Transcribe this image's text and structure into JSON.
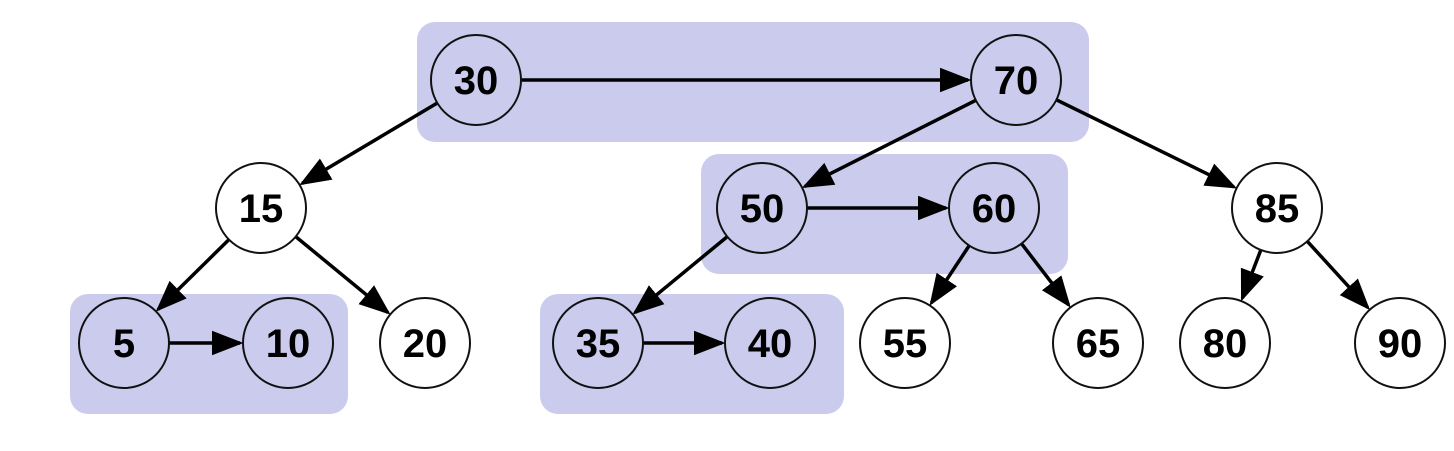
{
  "diagram": {
    "nodes": [
      {
        "id": "n30",
        "label": "30"
      },
      {
        "id": "n70",
        "label": "70"
      },
      {
        "id": "n15",
        "label": "15"
      },
      {
        "id": "n50",
        "label": "50"
      },
      {
        "id": "n60",
        "label": "60"
      },
      {
        "id": "n85",
        "label": "85"
      },
      {
        "id": "n5",
        "label": "5"
      },
      {
        "id": "n10",
        "label": "10"
      },
      {
        "id": "n20",
        "label": "20"
      },
      {
        "id": "n35",
        "label": "35"
      },
      {
        "id": "n40",
        "label": "40"
      },
      {
        "id": "n55",
        "label": "55"
      },
      {
        "id": "n65",
        "label": "65"
      },
      {
        "id": "n80",
        "label": "80"
      },
      {
        "id": "n90",
        "label": "90"
      }
    ],
    "groups": [
      {
        "id": "g-30-70",
        "members": [
          "n30",
          "n70"
        ]
      },
      {
        "id": "g-50-60",
        "members": [
          "n50",
          "n60"
        ]
      },
      {
        "id": "g-5-10",
        "members": [
          "n5",
          "n10"
        ]
      },
      {
        "id": "g-35-40",
        "members": [
          "n35",
          "n40"
        ]
      }
    ],
    "edges": [
      {
        "from": "n30",
        "to": "n70"
      },
      {
        "from": "n30",
        "to": "n15"
      },
      {
        "from": "n70",
        "to": "n50"
      },
      {
        "from": "n70",
        "to": "n85"
      },
      {
        "from": "n15",
        "to": "n5"
      },
      {
        "from": "n15",
        "to": "n20"
      },
      {
        "from": "n5",
        "to": "n10"
      },
      {
        "from": "n50",
        "to": "n60"
      },
      {
        "from": "n50",
        "to": "n35"
      },
      {
        "from": "n60",
        "to": "n55"
      },
      {
        "from": "n60",
        "to": "n65"
      },
      {
        "from": "n35",
        "to": "n40"
      },
      {
        "from": "n85",
        "to": "n80"
      },
      {
        "from": "n85",
        "to": "n90"
      }
    ]
  }
}
